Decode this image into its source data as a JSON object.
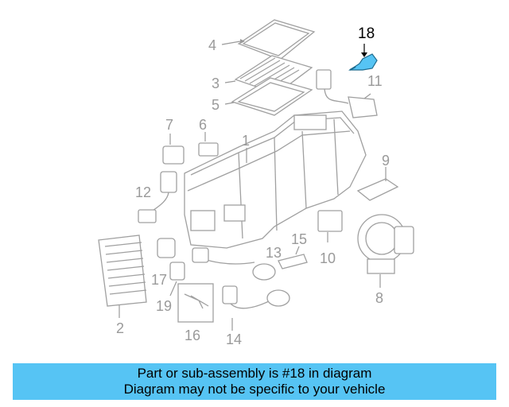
{
  "callouts": {
    "c1": "1",
    "c2": "2",
    "c3": "3",
    "c4": "4",
    "c5": "5",
    "c6": "6",
    "c7": "7",
    "c8": "8",
    "c9": "9",
    "c10": "10",
    "c11": "11",
    "c12": "12",
    "c13": "13",
    "c14": "14",
    "c15": "15",
    "c16": "16",
    "c17": "17",
    "c18": "18",
    "c19": "19"
  },
  "banner": {
    "line1": "Part or sub-assembly is #18 in diagram",
    "line2": "Diagram may not be specific to your vehicle"
  },
  "colors": {
    "highlight": "#56c4f4",
    "banner": "#56c4f4",
    "part_outline": "#a0a0a0"
  }
}
